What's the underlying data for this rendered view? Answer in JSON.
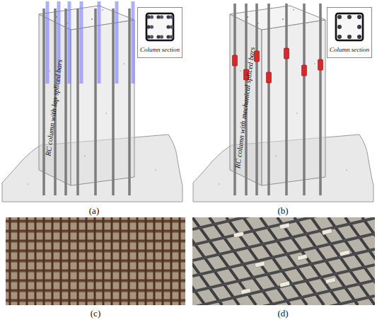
{
  "diagram": {
    "nodes": [
      {
        "text": [
          "Column section"
        ]
      },
      {
        "text": [
          "Column section"
        ]
      }
    ],
    "labels": [
      "RC column with lap spliced bars",
      "(a)",
      "RC column with mechanical spliced bars",
      "(b)",
      "(c)",
      "(d)"
    ]
  }
}
